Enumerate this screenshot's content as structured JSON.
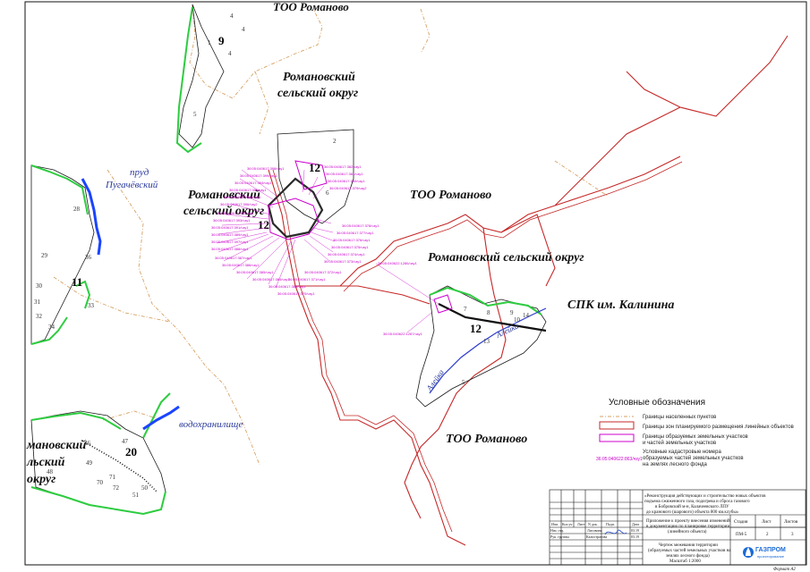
{
  "map": {
    "labels": {
      "too_top": "ТОО Романово",
      "romanovsky_1": "Романовский",
      "selsky_okrug_1": "сельский округ",
      "romanovsky_2": "Романовский",
      "selsky_okrug_2": "сельский округ",
      "too_center": "ТОО Романово",
      "romanovsky_so": "Романовский сельский округ",
      "spk": "СПК им. Калинина",
      "too_bottom": "ТОО Романово",
      "romanovsky_3": "мановский",
      "selsky_3": "льский",
      "okrug_3": "округ"
    },
    "water": {
      "prud_1": "пруд",
      "prud_2": "Пугачёвский",
      "reservoir": "водохранилище",
      "river_1": "Алейка",
      "river_2": "Алейка"
    },
    "block_numbers": [
      "9",
      "12",
      "12",
      "11",
      "12",
      "20"
    ],
    "plot_numbers": [
      "1",
      "4",
      "4",
      "4",
      "5",
      "2",
      "6",
      "28",
      "29",
      "30",
      "31",
      "32",
      "33",
      "34",
      "36",
      "7",
      "8",
      "9",
      "10",
      "14",
      "13",
      "5",
      "48",
      "49",
      "50",
      "51",
      "47",
      "70",
      "71",
      "72",
      "46"
    ],
    "magenta_labels": [
      "36:05:040617:398/чзу1",
      "36:05:040617:399/чзу1",
      "36:05:040617:394/чзу1",
      "36:05:040617:390/чзу1",
      "36:05:040617:396/чзу1",
      "36:05:040617:396/чзу2",
      "36:05:040617:392/чзу1",
      "36:05:040617:393/чзу1",
      "36:05:040617:391/чзу1",
      "36:05:040617:389/чзу1",
      "36:05:040617:397/чзу1",
      "36:05:040617:388/чзу1",
      "36:05:040617:387/чзу1",
      "36:05:040617:386/чзу1",
      "36:05:040617:385/чзу1",
      "36:05:040617:384/чзу1",
      "36:05:040617:383/чзу1",
      "36:05:040617:382/чзу1",
      "36:05:040617:381/чзу1",
      "36:05:040617:380/чзу1",
      "36:05:040617:379/чзу2",
      "36:05:040617:378/чзу1",
      "36:05:040617:377/чзу1",
      "36:05:040617:376/чзу1",
      "36:05:040617:375/чзу1",
      "36:05:040617:374/чзу1",
      "36:05:040617:373/чзу1",
      "36:05:040617:372/чзу1",
      "36:05:040617:371/чзу1",
      "36:05:040617:370/чзу1",
      "36:05:040622:1286/чзу1",
      "36:05:040622:1287/чзу1"
    ]
  },
  "legend": {
    "title": "Условные обозначения",
    "items": [
      {
        "text": "Границы населенных пунктов"
      },
      {
        "text": "Границы зон планируемого размещения линейных объектов"
      },
      {
        "text": "Границы образуемых земельных участков"
      },
      {
        "text": "и частей земельных участков"
      }
    ],
    "note_example": "36:05:040622:863/чзу1",
    "note_lines": [
      "Условные кадастровые номера",
      "образуемых частей земельных участков",
      "на землях лесного фонда"
    ]
  },
  "title_block": {
    "project_lines": [
      "«Реконструкция действующих и строительство новых объектов",
      "подъема сжиженного газа, подогрева и сброса газового",
      "в Бобровский м-н, Калачеевского ЛПУ",
      "до кранового (шарового) объекта 800 км.клубы»"
    ],
    "doc_lines": [
      "Приложение к проекту внесения изменений",
      "в документацию по планировке территории",
      "(линейного объекта)"
    ],
    "drawing_lines": [
      "Чертеж межевания территории",
      "(образуемых частей земельных участков на",
      "землях лесного фонда)",
      "Масштаб 1:2000"
    ],
    "col_headers": [
      "Изм.",
      "Кол.уч",
      "Лист",
      "N док.",
      "Подп.",
      "Дата"
    ],
    "rows": [
      [
        "Нач. отд.",
        "",
        "Лисовина",
        "",
        "",
        "03.19"
      ],
      [
        "Рук. группы",
        "",
        "Калистратова",
        "",
        "",
        "03.19"
      ]
    ],
    "stage_headers": [
      "Стадия",
      "Лист",
      "Листов"
    ],
    "stage_values": [
      "ПМ-5",
      "2",
      "3"
    ],
    "logo_text": "ГАЗПРОМ",
    "logo_sub": "проектирование",
    "format": "Формат А2"
  }
}
